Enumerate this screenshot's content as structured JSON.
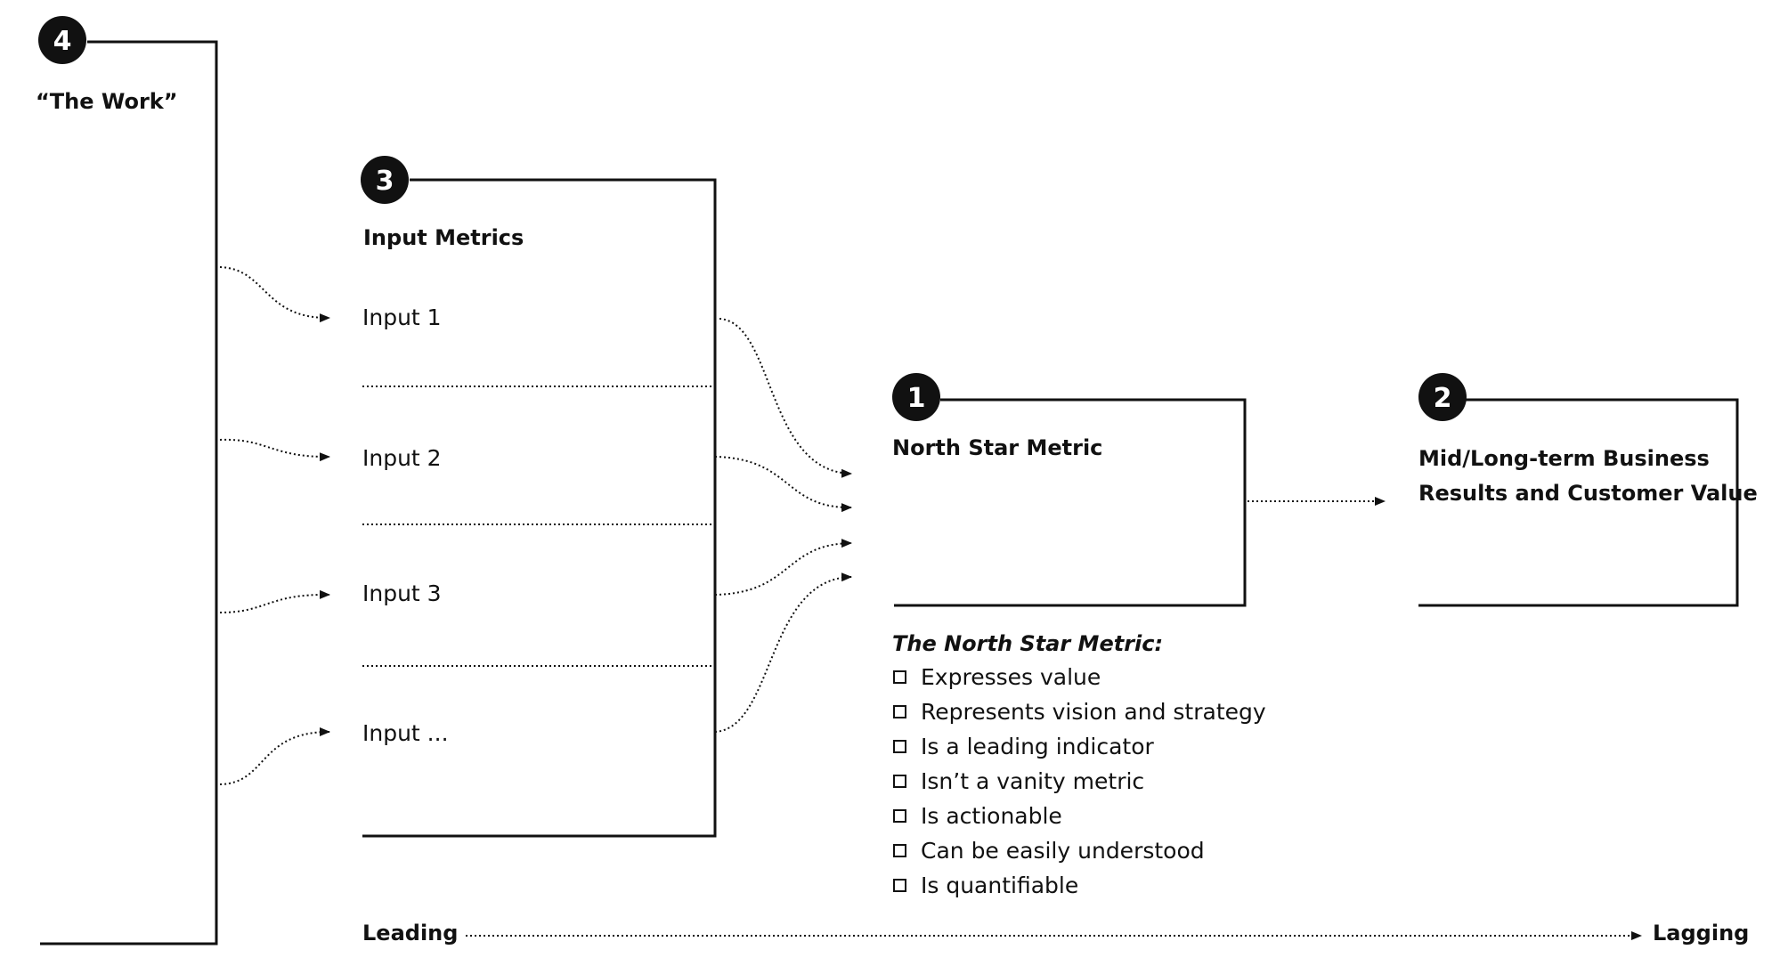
{
  "stages": {
    "work": {
      "number": "4",
      "label": "“The Work”"
    },
    "inputs": {
      "number": "3",
      "label": "Input Metrics",
      "items": [
        "Input 1",
        "Input 2",
        "Input 3",
        "Input ..."
      ]
    },
    "north_star": {
      "number": "1",
      "label": "North Star Metric"
    },
    "business": {
      "number": "2",
      "label_line1": "Mid/Long-term Business",
      "label_line2": "Results and Customer Value"
    }
  },
  "checklist": {
    "title": "The North Star Metric:",
    "items": [
      "Expresses value",
      "Represents vision and strategy",
      "Is a leading indicator",
      "Isn’t a vanity metric",
      "Is actionable",
      "Can be easily understood",
      "Is quantifiable"
    ]
  },
  "axis": {
    "left": "Leading",
    "right": "Lagging"
  }
}
